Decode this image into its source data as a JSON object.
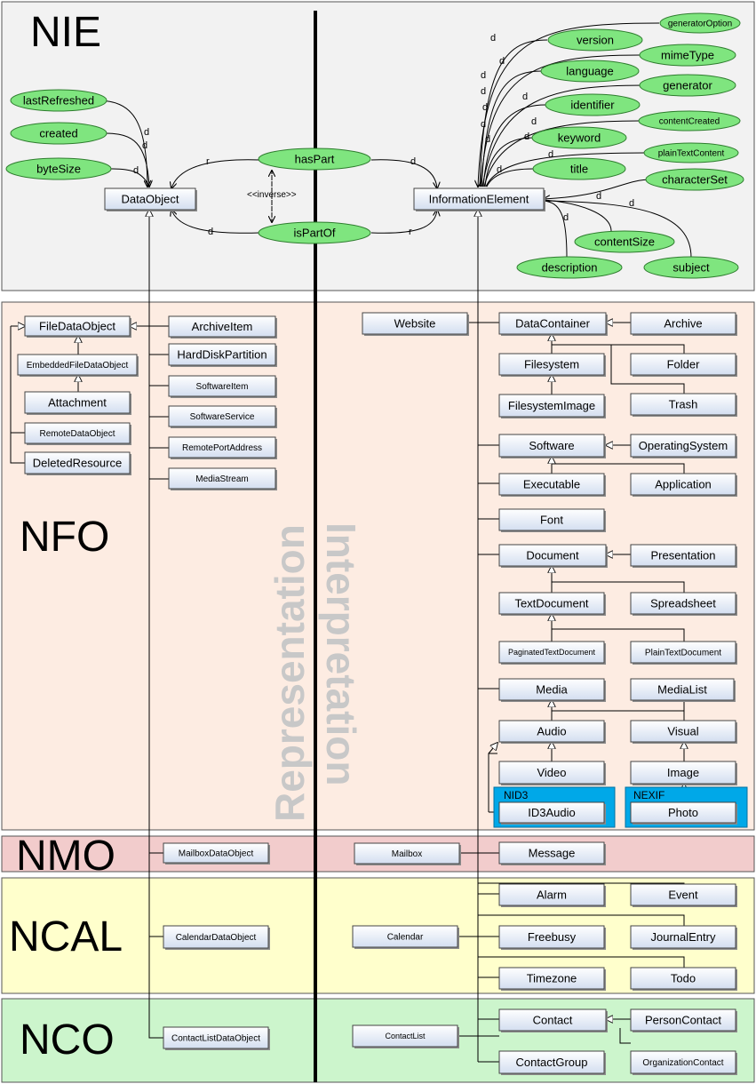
{
  "sections": {
    "nie": "NIE",
    "nfo": "NFO",
    "nmo": "NMO",
    "ncal": "NCAL",
    "nco": "NCO"
  },
  "watermarks": {
    "left": "Representation",
    "right": "Interpretation"
  },
  "nie": {
    "data_object": "DataObject",
    "information_element": "InformationElement",
    "has_part": "hasPart",
    "is_part_of": "isPartOf",
    "inverse": "<<inverse>>",
    "do_props": [
      "lastRefreshed",
      "created",
      "byteSize"
    ],
    "ie_props_top": [
      "generatorOption",
      "version",
      "mimeType",
      "language",
      "generator",
      "identifier",
      "contentCreated",
      "keyword",
      "plainTextContent",
      "title",
      "characterSet"
    ],
    "ie_props_bottom": [
      "contentSize",
      "description",
      "subject"
    ],
    "edge_d": "d",
    "edge_r": "r"
  },
  "nfo": {
    "representation": [
      "FileDataObject",
      "EmbeddedFileDataObject",
      "Attachment",
      "RemoteDataObject",
      "DeletedResource"
    ],
    "representation_right": [
      "ArchiveItem",
      "HardDiskPartition",
      "SoftwareItem",
      "SoftwareService",
      "RemotePortAddress",
      "MediaStream"
    ],
    "website": "Website",
    "interp_left": [
      "DataContainer",
      "Filesystem",
      "FilesystemImage",
      "Software",
      "Executable",
      "Font",
      "Document",
      "TextDocument",
      "PaginatedTextDocument",
      "Media",
      "Audio",
      "Video"
    ],
    "interp_right": [
      "Archive",
      "Folder",
      "Trash",
      "OperatingSystem",
      "Application",
      "Presentation",
      "Spreadsheet",
      "PlainTextDocument",
      "MediaList",
      "Visual",
      "Image"
    ],
    "nid3_label": "NID3",
    "nid3_item": "ID3Audio",
    "nexif_label": "NEXIF",
    "nexif_item": "Photo"
  },
  "nmo": {
    "data_object": "MailboxDataObject",
    "mailbox": "Mailbox",
    "message": "Message"
  },
  "ncal": {
    "data_object": "CalendarDataObject",
    "calendar": "Calendar",
    "items": [
      "Alarm",
      "Event",
      "Freebusy",
      "JournalEntry",
      "Timezone",
      "Todo"
    ]
  },
  "nco": {
    "data_object": "ContactListDataObject",
    "contact_list": "ContactList",
    "items": [
      "Contact",
      "PersonContact",
      "ContactGroup",
      "OrganizationContact"
    ]
  },
  "colors": {
    "nie_bg": "#f2f2f2",
    "nfo_bg": "#fdece2",
    "nmo_bg": "#f2cccc",
    "ncal_bg": "#ffffcc",
    "nco_bg": "#ccf5cc",
    "ellipse": "#7fe57f",
    "box_top": "#ffffff",
    "box_bottom": "#d6e0f0",
    "cyan": "#00a8e8"
  }
}
